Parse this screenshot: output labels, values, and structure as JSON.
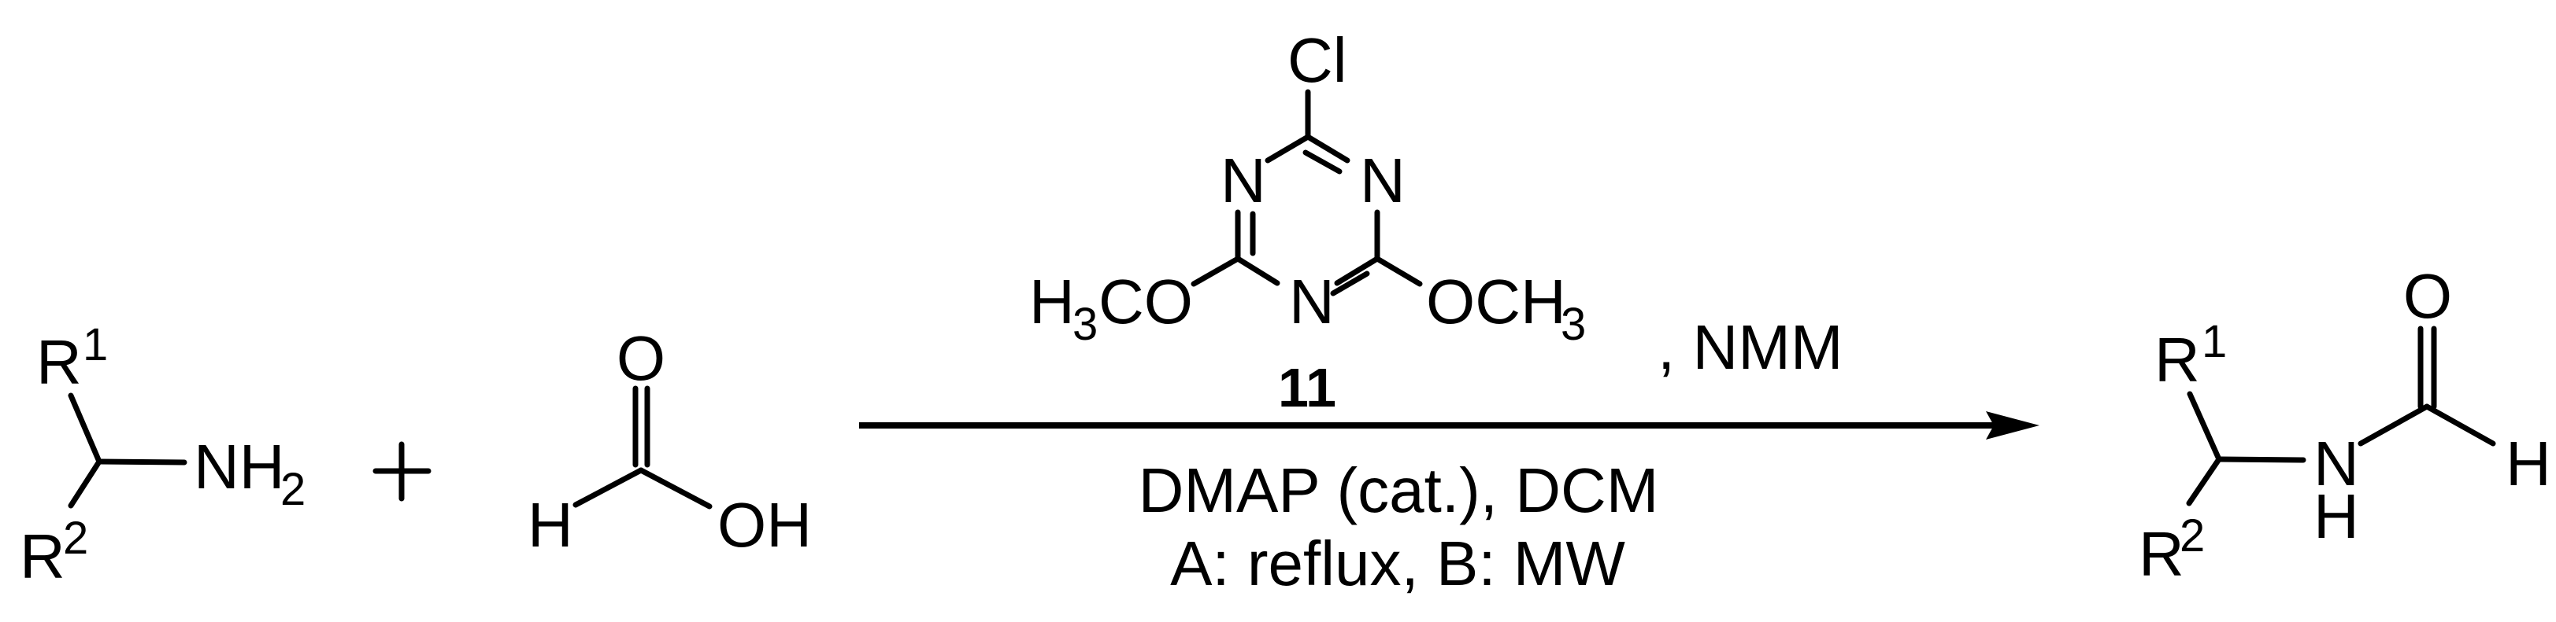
{
  "colors": {
    "ink": "#000000",
    "background": "#ffffff"
  },
  "reactant_amine": {
    "r1": "R",
    "r1_sup": "1",
    "r2": "R",
    "r2_sup": "2",
    "n": "NH",
    "n_sub": "2"
  },
  "plus": "+",
  "reactant_acid": {
    "o": "O",
    "h": "H",
    "oh": "OH"
  },
  "reagent": {
    "cl": "Cl",
    "n_left": "N",
    "n_right": "N",
    "n_bottom": "N",
    "left_group": "H",
    "left_group_sub": "3",
    "left_group_rest": "CO",
    "right_group": "OCH",
    "right_group_sub": "3",
    "compound_number": "11",
    "additive": ", NMM"
  },
  "conditions": {
    "line1": "DMAP (cat.), DCM",
    "line2": "A: reflux, B: MW"
  },
  "product": {
    "r1": "R",
    "r1_sup": "1",
    "r2": "R",
    "r2_sup": "2",
    "n": "N",
    "nh": "H",
    "o": "O",
    "h": "H"
  }
}
